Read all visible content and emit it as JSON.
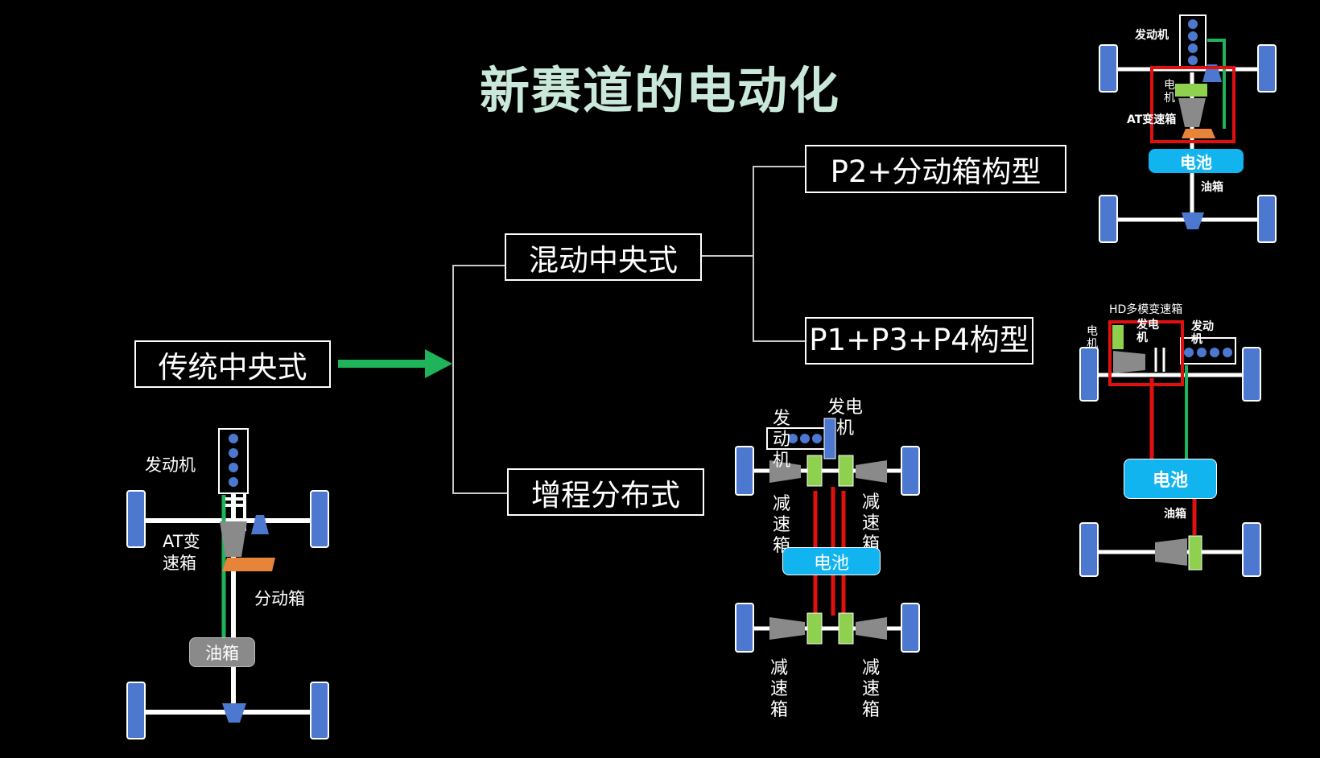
{
  "title": "新赛道的电动化",
  "nodes": {
    "traditional": "传统中央式",
    "hybrid_central": "混动中央式",
    "range_extender": "增程分布式",
    "p2_transfer": "P2+分动箱构型",
    "p1p3p4": "P1+P3+P4构型"
  },
  "diagram_traditional": {
    "engine": "发动机",
    "at_gearbox": "AT变速箱",
    "transfer_case": "分动箱",
    "fuel_tank": "油箱"
  },
  "diagram_range_extender": {
    "engine": "发动机",
    "generator": "发电机",
    "reducer_fl": "减速箱",
    "reducer_fr": "减速箱",
    "reducer_rl": "减速箱",
    "reducer_rr": "减速箱",
    "battery": "电池"
  },
  "diagram_p2": {
    "engine": "发动机",
    "motor": "电机",
    "at_gearbox": "AT变速箱",
    "battery": "电池",
    "fuel_tank": "油箱"
  },
  "diagram_p1p3p4": {
    "hd_gearbox": "HD多模变速箱",
    "motor": "电机",
    "generator": "发电机",
    "engine": "发动机",
    "battery": "电池",
    "fuel_tank": "油箱"
  },
  "colors": {
    "background": "#000000",
    "title": "#c9e8da",
    "wheel": "#4d78cf",
    "arrow_green": "#1fb35a",
    "battery": "#12b4f0",
    "fuel_tank": "#8a8a8a",
    "transfer_case": "#e8833a",
    "reducer_green": "#8fd14f",
    "hv_red": "#e01010",
    "highlight_red": "#e01010"
  }
}
